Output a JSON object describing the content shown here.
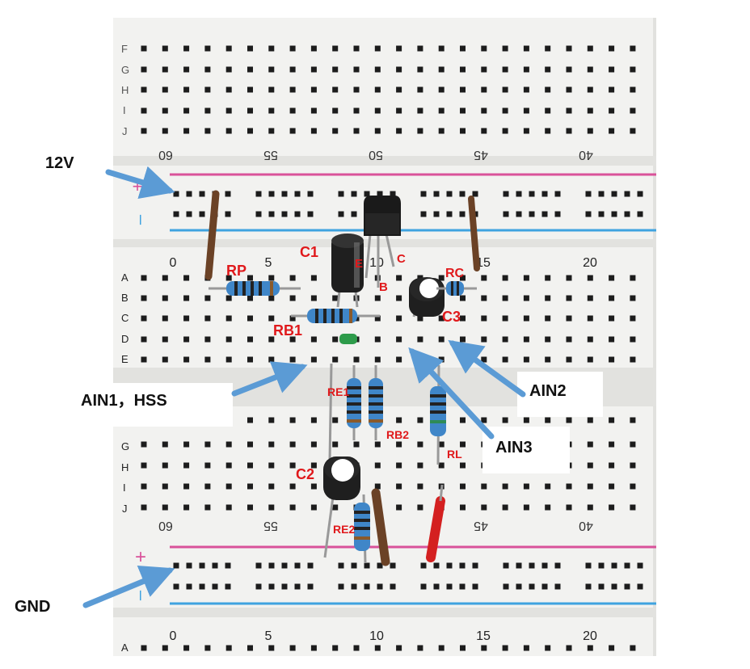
{
  "rows": {
    "top_block": [
      "F",
      "G",
      "H",
      "I",
      "J"
    ],
    "middle_upper_block": [
      "A",
      "B",
      "C",
      "D",
      "E"
    ],
    "middle_lower_block": [
      "",
      "G",
      "H",
      "I",
      "J"
    ],
    "bottom_block": [
      "A"
    ]
  },
  "column_numbers": {
    "upside_down_top": [
      "60",
      "55",
      "50",
      "45",
      "40"
    ],
    "upright_middle": [
      "0",
      "5",
      "10",
      "15",
      "20"
    ],
    "upside_down_lower": [
      "60",
      "55",
      "",
      "45",
      "40"
    ],
    "upright_bottom": [
      "0",
      "5",
      "10",
      "15",
      "20"
    ]
  },
  "rail_signs": {
    "plus": "+",
    "minus": "–"
  },
  "component_labels": {
    "rp": "RP",
    "c1": "C1",
    "e": "E",
    "c": "C",
    "b": "B",
    "rc": "RC",
    "c3": "C3",
    "rb1": "RB1",
    "re1": "RE1",
    "rb2": "RB2",
    "rl": "RL",
    "c2": "C2",
    "re2": "RE2"
  },
  "callouts": {
    "v12": "12V",
    "ain1_hss": "AIN1，HSS",
    "ain2": "AIN2",
    "ain3": "AIN3",
    "gnd": "GND"
  },
  "colors": {
    "board": "#f2f2f0",
    "hole": "#1c1c1c",
    "rail_red": "#d9529a",
    "rail_blue": "#3fa3e0",
    "label_red": "#e0191b",
    "arrow": "#5b9bd5",
    "resistor_body": "#3f86c8",
    "capacitor_body": "#222222",
    "wire_brown": "#6b4226",
    "wire_red": "#d42020"
  }
}
